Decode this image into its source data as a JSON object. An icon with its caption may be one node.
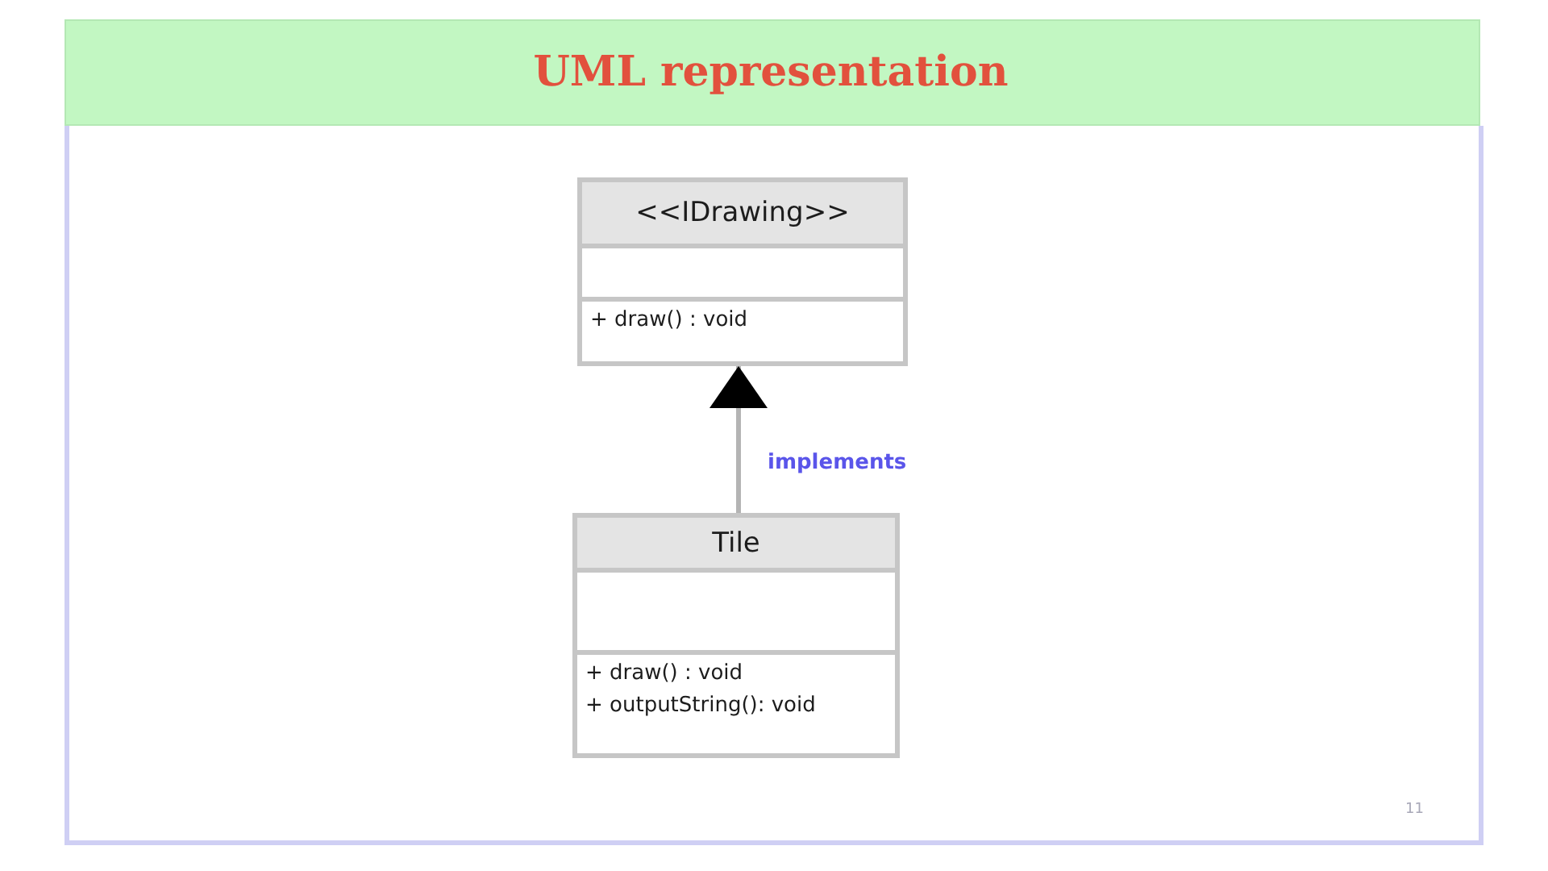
{
  "diagram": {
    "title": "UML representation",
    "nodes": [
      {
        "text": [
          "<<IDrawing>>",
          "+ draw() : void"
        ]
      },
      {
        "text": [
          "Tile",
          "+ draw() : void",
          "+ outputString(): void"
        ]
      }
    ],
    "edges": [
      {
        "from": 1,
        "to": 0,
        "arrow": "to",
        "label": "implements"
      }
    ],
    "labels": [
      "11"
    ]
  }
}
